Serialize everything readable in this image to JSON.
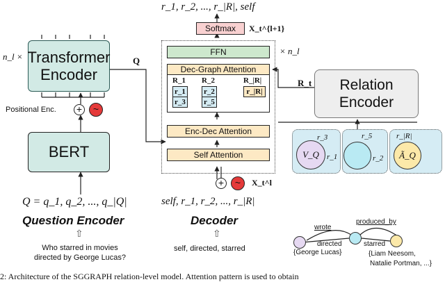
{
  "colors": {
    "encoder_green": "#d2eae5",
    "encoder_border": "#2b5a55",
    "decoder_orange": "#fde9c4",
    "ffn_green": "#cde8cd",
    "softmax_pink": "#f9d1d1",
    "relation_gray": "#eeeeee",
    "graph_blue": "#d5ecf4",
    "node_purple": "#e6d9f2",
    "node_cyan": "#b9eaf3",
    "node_yellow": "#fce9a9",
    "pos_red": "#e53a3a"
  },
  "left": {
    "transformer_line1": "Transformer",
    "transformer_line2": "Encoder",
    "repeat_label": "n_l ×",
    "q_label": "Q",
    "positional_label": "Positional Enc.",
    "bert_label": "BERT",
    "query_formula": "Q = q_1, q_2, ..., q_|Q|",
    "section_title": "Question Encoder",
    "question_text": "Who starred in movies directed by George Lucas?"
  },
  "decoder": {
    "output_tokens": "r_1, r_2, ..., r_|R|, self",
    "softmax_label": "Softmax",
    "x_next_label": "X_t^{l+1}",
    "ffn_label": "FFN",
    "dec_graph_label": "Dec-Graph Attention",
    "r1_header": "R_1",
    "r1_items": [
      "r_1",
      "r_3"
    ],
    "r2_header": "R_2",
    "r2_items": [
      "r_2",
      "r_5"
    ],
    "rR_header": "R_|R|",
    "rR_items": [
      "r_|R|"
    ],
    "enc_dec_label": "Enc-Dec Attention",
    "self_attn_label": "Self Attention",
    "repeat_label": "× n_l",
    "x_input_label": "X_t^l",
    "input_tokens": "self, r_1, r_2, ..., r_|R|",
    "section_title": "Decoder",
    "input_text": "self, directed, starred"
  },
  "relation": {
    "encoder_line1": "Relation",
    "encoder_line2": "Encoder",
    "rt_label": "R_t",
    "graph_labels": {
      "vq": "V_Q",
      "r3": "r_3",
      "r1": "r_1",
      "r5": "r_5",
      "r2": "r_2",
      "rR": "r_|R|",
      "aq": "Ã_Q"
    }
  },
  "example_graph": {
    "edge_wrote": "wrote",
    "edge_directed": "directed",
    "edge_produced_by": "produced_by",
    "edge_starred": "starred",
    "entity_george": "{George Lucas}",
    "entity_actors_line1": "{Liam Neesom,",
    "entity_actors_line2": "Natalie Portman, ...}"
  },
  "caption_fragment": "2: Architecture of the SGGRAPH relation-level model. Attention pattern is used to obtain"
}
